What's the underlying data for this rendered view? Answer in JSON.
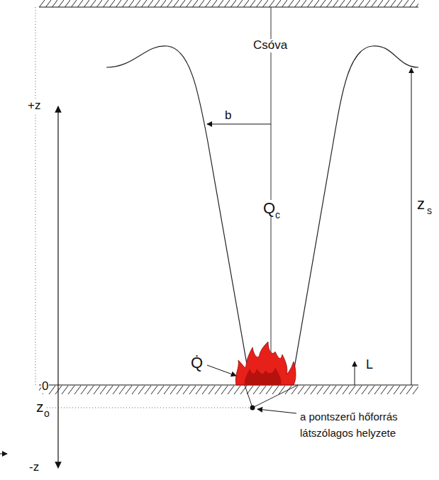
{
  "diagram": {
    "labels": [
      "Csóva",
      "b",
      "Q",
      "c",
      "z",
      "s",
      "+z",
      "0",
      "z",
      "o",
      "-z",
      "Q̇",
      "L",
      "a pontszerű hőforrás látszólagos helyzete"
    ]
  }
}
